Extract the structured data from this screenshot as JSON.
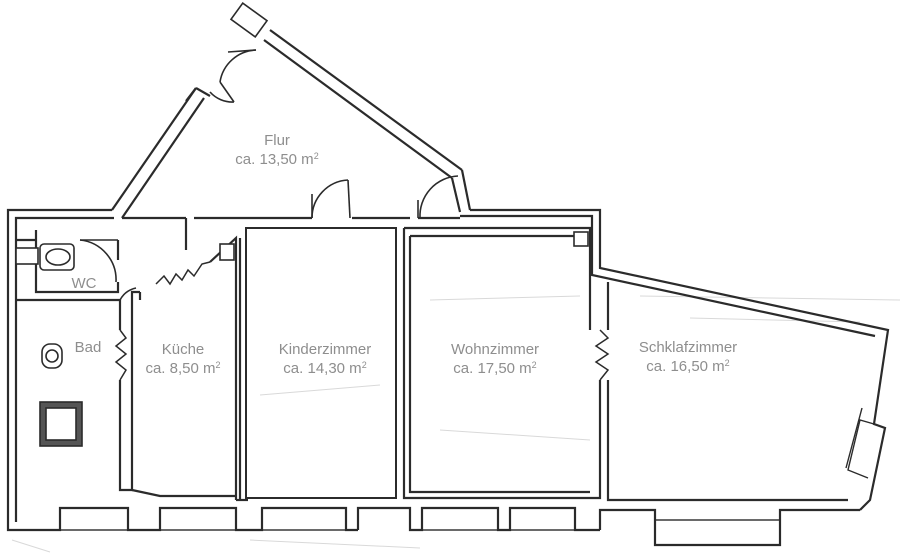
{
  "rooms": {
    "flur": {
      "name": "Flur",
      "area": "ca. 13,50 m",
      "unit_exp": "2"
    },
    "wc": {
      "name": "WC"
    },
    "bad": {
      "name": "Bad"
    },
    "kueche": {
      "name": "Küche",
      "area": "ca. 8,50 m",
      "unit_exp": "2"
    },
    "kinder": {
      "name": "Kinderzimmer",
      "area": "ca. 14,30 m",
      "unit_exp": "2"
    },
    "wohn": {
      "name": "Wohnzimmer",
      "area": "ca. 17,50 m",
      "unit_exp": "2"
    },
    "schlaf": {
      "name": "Schklafzimmer",
      "area": "ca. 16,50 m",
      "unit_exp": "2"
    }
  }
}
